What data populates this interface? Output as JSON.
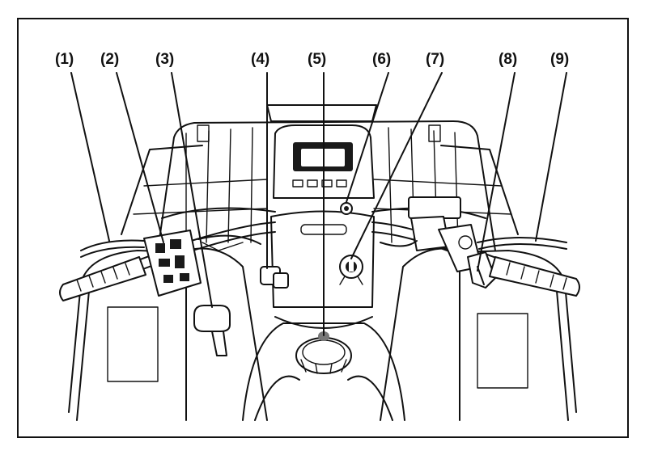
{
  "figure": {
    "callouts": [
      {
        "label": "(1)",
        "part": "wire-to-left-handlebar"
      },
      {
        "label": "(2)",
        "part": "left-switch-housing"
      },
      {
        "label": "(3)",
        "part": "left-grip-lever"
      },
      {
        "label": "(4)",
        "part": "choke-knob"
      },
      {
        "label": "(5)",
        "part": "fuel-filler-cap"
      },
      {
        "label": "(6)",
        "part": "indicator-button"
      },
      {
        "label": "(7)",
        "part": "ignition-switch"
      },
      {
        "label": "(8)",
        "part": "throttle-lever"
      },
      {
        "label": "(9)",
        "part": "right-handlebar-cable"
      }
    ]
  }
}
